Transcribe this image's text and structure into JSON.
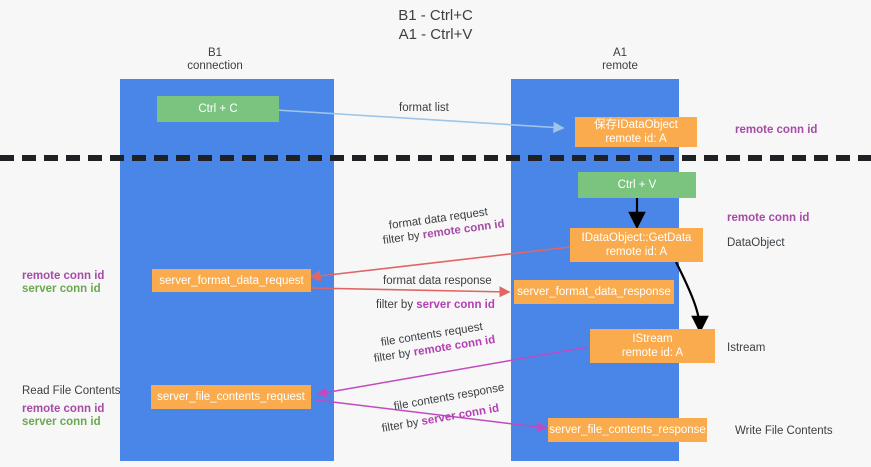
{
  "title": {
    "line1": "B1 - Ctrl+C",
    "line2": "A1 - Ctrl+V"
  },
  "columns": [
    {
      "name": "B1",
      "sub": "connection"
    },
    {
      "name": "A1",
      "sub": "remote"
    }
  ],
  "nodes": {
    "ctrl_c": {
      "label": "Ctrl + C"
    },
    "ctrl_v": {
      "label": "Ctrl + V"
    },
    "save_dataobject": {
      "line1": "保存IDataObject",
      "line2": "remote id: A"
    },
    "getdata": {
      "line1": "IDataObject::GetData",
      "line2": "remote id: A"
    },
    "istream": {
      "line1": "IStream",
      "line2": "remote id: A"
    },
    "server_format_data_request": {
      "label": "server_format_data_request"
    },
    "server_format_data_response": {
      "label": "server_format_data_response"
    },
    "server_file_contents_request": {
      "label": "server_file_contents_request"
    },
    "server_file_contents_response": {
      "label": "server_file_contents_response"
    }
  },
  "edge_labels": {
    "format_list": "format list",
    "format_data_request": "format data request",
    "format_data_request_filter_prefix": "filter by ",
    "format_data_request_filter_key": "remote conn id",
    "format_data_response": "format data response",
    "format_data_response_filter_prefix": "filter by ",
    "format_data_response_filter_key": "server conn id",
    "file_contents_request": "file contents request",
    "file_contents_request_filter_prefix": "filter by ",
    "file_contents_request_filter_key": "remote conn id",
    "file_contents_response": "file contents response",
    "file_contents_response_filter_prefix": "filter by ",
    "file_contents_response_filter_key": "server conn id"
  },
  "annotations": {
    "right_top_remote_conn_id": "remote conn id",
    "right_mid_remote_conn_id": "remote conn id",
    "right_dataobject": "DataObject",
    "right_istream": "Istream",
    "right_write_file_contents": "Write File Contents",
    "left_remote_conn_id": "remote conn id",
    "left_server_conn_id": "server conn id",
    "left_read_file_contents": "Read File Contents",
    "left_bottom_remote_conn_id": "remote conn id",
    "left_bottom_server_conn_id": "server conn id"
  },
  "colors": {
    "lane": "#4a86e8",
    "green_node": "#7bc47f",
    "orange_node": "#f9ab4e",
    "purple_text": "#a64ca6",
    "green_text": "#6aa84f",
    "magenta_text": "#b33fb3",
    "red_arrow": "#e06666",
    "magenta_arrow": "#c04ac0",
    "blue_arrow": "#9fc5e8",
    "black_arrow": "#000000",
    "divider": "#202124",
    "background": "#f7f7f7"
  }
}
